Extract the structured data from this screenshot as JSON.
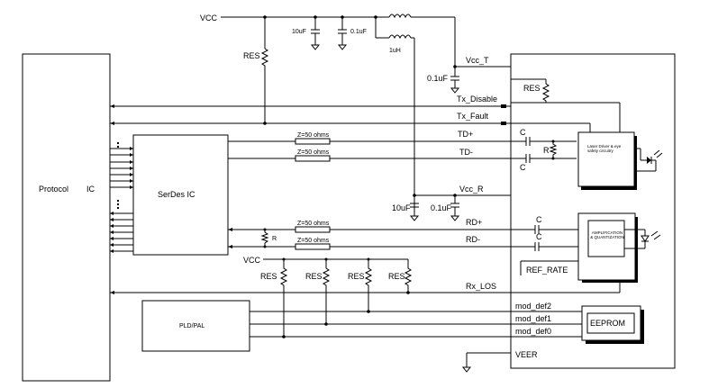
{
  "labels": {
    "vcc_top": "VCC",
    "vcc_bottom": "VCC",
    "res_pullup": "RES",
    "cap_10uf_top": "10uF",
    "cap_01uf_top": "0.1uF",
    "inductor": "1uH",
    "cap_01uf_vcct": "0.1uF",
    "vcc_t": "Vcc_T",
    "res_txdisable": "RES",
    "tx_disable": "Tx_Disable",
    "tx_fault": "Tx_Fault",
    "z50_td_plus": "Z=50 ohms",
    "z50_td_minus": "Z=50 ohms",
    "td_plus": "TD+",
    "td_minus": "TD-",
    "cap_td_plus": "C",
    "cap_td_minus": "C",
    "res_td": "R",
    "laser_driver": "Laser Driver & eye safety circuitry",
    "protocol_ic_left": "Protocol",
    "protocol_ic_right": "IC",
    "serdes_ic": "SerDes IC",
    "cap_10uf_vccr": "10uF",
    "cap_01uf_vccr": "0.1uF",
    "vcc_r": "Vcc_R",
    "rd_plus": "RD+",
    "rd_minus": "RD-",
    "z50_rd_plus": "Z=50 ohms",
    "z50_rd_minus": "Z=50 ohms",
    "res_rd": "R",
    "cap_rd_plus": "C",
    "cap_rd_minus": "C",
    "amplifier": "AMPLIFICATION & QUANTIZATION",
    "ref_rate": "REF_RATE",
    "res1": "RES",
    "res2": "RES",
    "res3": "RES",
    "res4": "RES",
    "rx_los": "Rx_LOS",
    "pld_pal": "PLD/PAL",
    "mod_def2": "mod_def2",
    "mod_def1": "mod_def1",
    "mod_def0": "mod_def0",
    "eeprom": "EEPROM",
    "veer": "VEER"
  }
}
